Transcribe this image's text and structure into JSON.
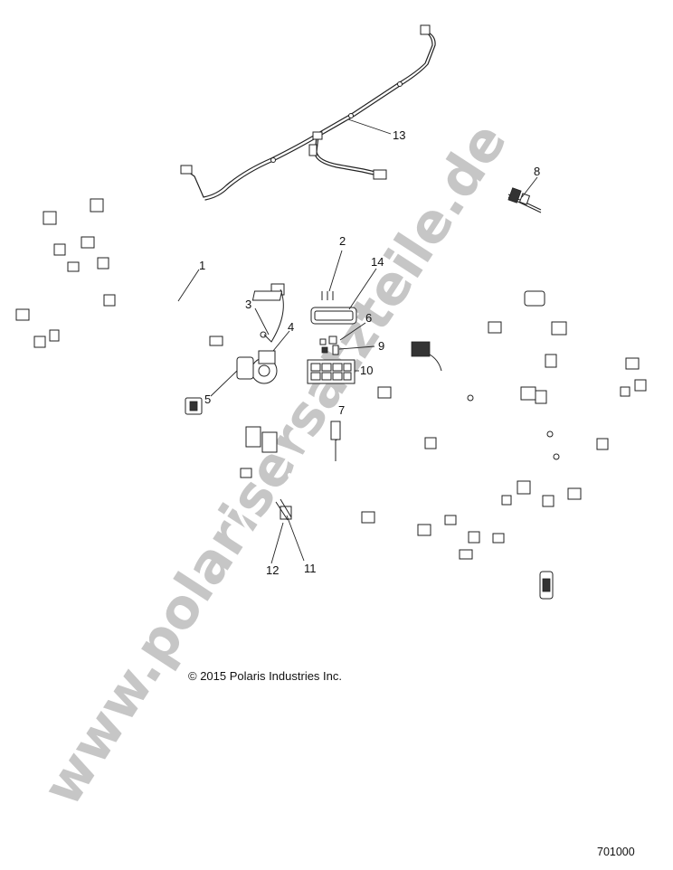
{
  "watermark": {
    "text": "www.polarisersatzteile.de",
    "color": "#c6c6c6"
  },
  "callouts": [
    {
      "id": "c1",
      "label": "1"
    },
    {
      "id": "c2",
      "label": "2"
    },
    {
      "id": "c3",
      "label": "3"
    },
    {
      "id": "c4",
      "label": "4"
    },
    {
      "id": "c5",
      "label": "5"
    },
    {
      "id": "c6",
      "label": "6"
    },
    {
      "id": "c7",
      "label": "7"
    },
    {
      "id": "c8",
      "label": "8"
    },
    {
      "id": "c9",
      "label": "9"
    },
    {
      "id": "c10",
      "label": "10"
    },
    {
      "id": "c11",
      "label": "11"
    },
    {
      "id": "c12",
      "label": "12"
    },
    {
      "id": "c13",
      "label": "13"
    },
    {
      "id": "c14",
      "label": "14"
    }
  ],
  "copyright": "© 2015 Polaris Industries Inc.",
  "diagram_number": "701000"
}
